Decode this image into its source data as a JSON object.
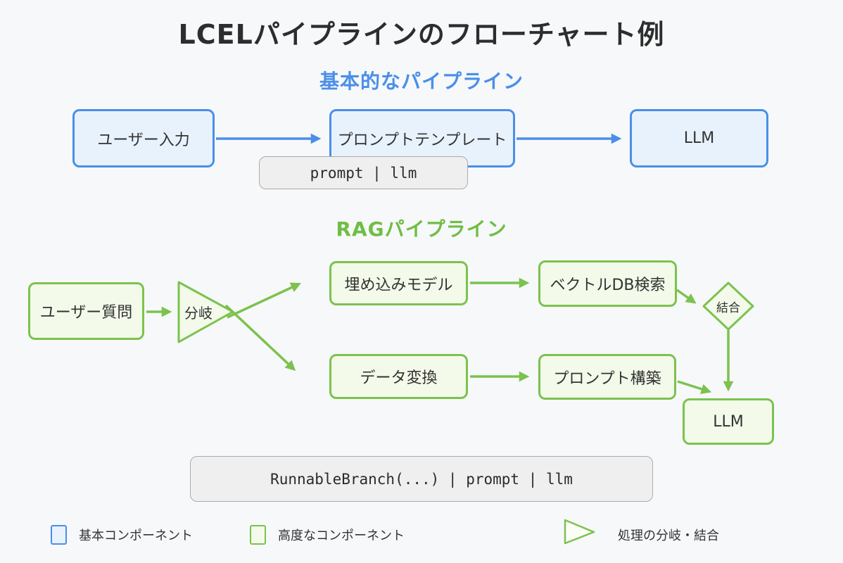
{
  "page": {
    "title": "LCELパイプラインのフローチャート例",
    "background_color": "#F7F8FA"
  },
  "colors": {
    "blue_accent": "#4A8FE8",
    "blue_fill": "#E8F2FD",
    "blue_title": "#4A8FE8",
    "green_accent": "#7CC24E",
    "green_fill": "#F3FAEA",
    "green_title": "#6FBE44",
    "code_fill": "#EFEFEF",
    "code_border": "#ABABAB",
    "text": "#333333"
  },
  "sections": {
    "basic": {
      "title": "基本的なパイプライン",
      "nodes": {
        "user_input": "ユーザー入力",
        "prompt_template": "プロンプトテンプレート",
        "llm": "LLM"
      },
      "code": "prompt | llm"
    },
    "rag": {
      "title": "RAGパイプライン",
      "nodes": {
        "user_question": "ユーザー質問",
        "branch": "分岐",
        "embedding_model": "埋め込みモデル",
        "vector_db_search": "ベクトルDB検索",
        "merge": "結合",
        "data_transform": "データ変換",
        "prompt_build": "プロンプト構築",
        "llm": "LLM"
      },
      "code": "RunnableBranch(...) | prompt | llm"
    }
  },
  "edges": [
    {
      "from": "ユーザー入力",
      "to": "プロンプトテンプレート"
    },
    {
      "from": "プロンプトテンプレート",
      "to": "LLM"
    },
    {
      "from": "ユーザー質問",
      "to": "分岐"
    },
    {
      "from": "分岐",
      "to": "埋め込みモデル"
    },
    {
      "from": "分岐",
      "to": "データ変換"
    },
    {
      "from": "埋め込みモデル",
      "to": "ベクトルDB検索"
    },
    {
      "from": "ベクトルDB検索",
      "to": "結合"
    },
    {
      "from": "結合",
      "to": "LLM"
    },
    {
      "from": "データ変換",
      "to": "プロンプト構築"
    },
    {
      "from": "プロンプト構築",
      "to": "LLM"
    }
  ],
  "legend": {
    "basic": "基本コンポーネント",
    "advanced": "高度なコンポーネント",
    "branch_merge": "処理の分岐・結合"
  }
}
